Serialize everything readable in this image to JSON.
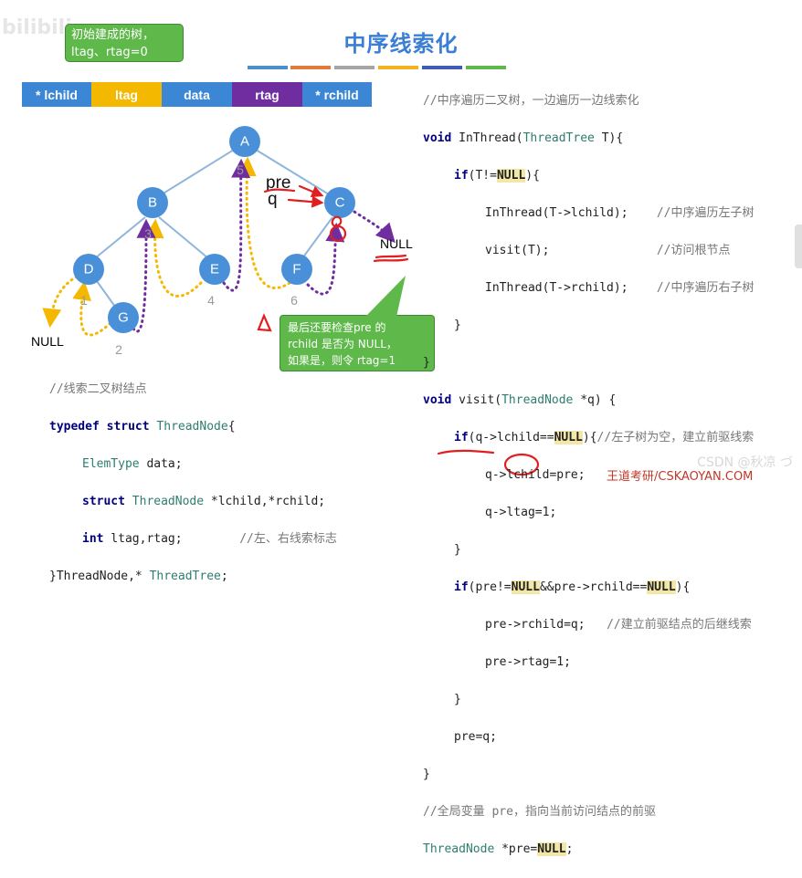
{
  "title": "中序线索化",
  "watermark": "bilibili",
  "callout_top": {
    "line1": "初始建成的树，",
    "line2": "ltag、rtag=0"
  },
  "palette": [
    "#4c8fcf",
    "#e07b39",
    "#a5a5a5",
    "#f4b120",
    "#3e5bb5",
    "#5fb84a"
  ],
  "node_fields": [
    {
      "label": "* lchild",
      "color": "#3b87d6"
    },
    {
      "label": "ltag",
      "color": "#f5b800"
    },
    {
      "label": "data",
      "color": "#3b87d6"
    },
    {
      "label": "rtag",
      "color": "#6f2da0"
    },
    {
      "label": "* rchild",
      "color": "#3b87d6"
    }
  ],
  "tree": {
    "nodes": [
      "A",
      "B",
      "C",
      "D",
      "E",
      "F",
      "G"
    ],
    "node_color": "#4a90d9",
    "edge_color": "#8fb6da",
    "null_left": "NULL",
    "null_right": "NULL",
    "step_numbers": [
      "1",
      "2",
      "3",
      "4",
      "5",
      "6"
    ],
    "pre_label": "pre",
    "q_label": "q",
    "ltag_thread_color": "#f5b800",
    "rtag_thread_color": "#6f2da0",
    "annotation_color": "#e02020"
  },
  "callout_bottom": {
    "line1": "最后还要检查pre 的",
    "line2": "rchild 是否为 NULL，",
    "line3": "如果是，则令 rtag=1"
  },
  "code_left": {
    "comment": "//线索二叉树结点",
    "l1_kw1": "typedef",
    "l1_kw2": "struct",
    "l1_type": "ThreadNode",
    "l1_tail": "{",
    "l2_type": "ElemType",
    "l2_tail": " data;",
    "l3_kw": "struct",
    "l3_type": "ThreadNode",
    "l3_tail": " *lchild,*rchild;",
    "l4_kw": "int",
    "l4_mid": " ltag,rtag;",
    "l4_cm": "//左、右线索标志",
    "l5_a": "}ThreadNode,* ",
    "l5_type": "ThreadTree",
    "l5_tail": ";"
  },
  "code_right": {
    "c1": "//中序遍历二叉树，一边遍历一边线索化",
    "f1_kw": "void",
    "f1_name": " InThread(",
    "f1_type": "ThreadTree",
    "f1_tail": " T){",
    "if1_kw": "if",
    "if1_a": "(T!=",
    "if1_null": "NULL",
    "if1_b": "){",
    "s1": "InThread(T->lchild);",
    "s1_cm": "//中序遍历左子树",
    "s2": "visit(T);",
    "s2_cm": "//访问根节点",
    "s3": "InThread(T->rchild);",
    "s3_cm": "//中序遍历右子树",
    "close": "}",
    "f2_kw": "void",
    "f2_name": " visit(",
    "f2_type": "ThreadNode",
    "f2_tail": " *q) {",
    "if2_kw": "if",
    "if2_a": "(q->lchild==",
    "if2_null": "NULL",
    "if2_b": "){",
    "if2_cm": "//左子树为空，建立前驱线索",
    "s4": "q->lchild=pre;",
    "s5": "q->ltag=1;",
    "if3_kw": "if",
    "if3_a": "(pre!=",
    "if3_null1": "NULL",
    "if3_b": "&&pre->rchild==",
    "if3_null2": "NULL",
    "if3_c": "){",
    "s6": "pre->rchild=q;",
    "s6_cm": "//建立前驱结点的后继线索",
    "s7": "pre->rtag=1;",
    "s8": "pre=q;",
    "g_cm": "//全局变量 pre，指向当前访问结点的前驱",
    "g_type": "ThreadNode",
    "g_mid": " *pre=",
    "g_null": "NULL",
    "g_tail": ";"
  },
  "csdn_mark": "CSDN @秋凉 づ",
  "bottom_strip": "王道考研/CSKAOYAN.COM"
}
